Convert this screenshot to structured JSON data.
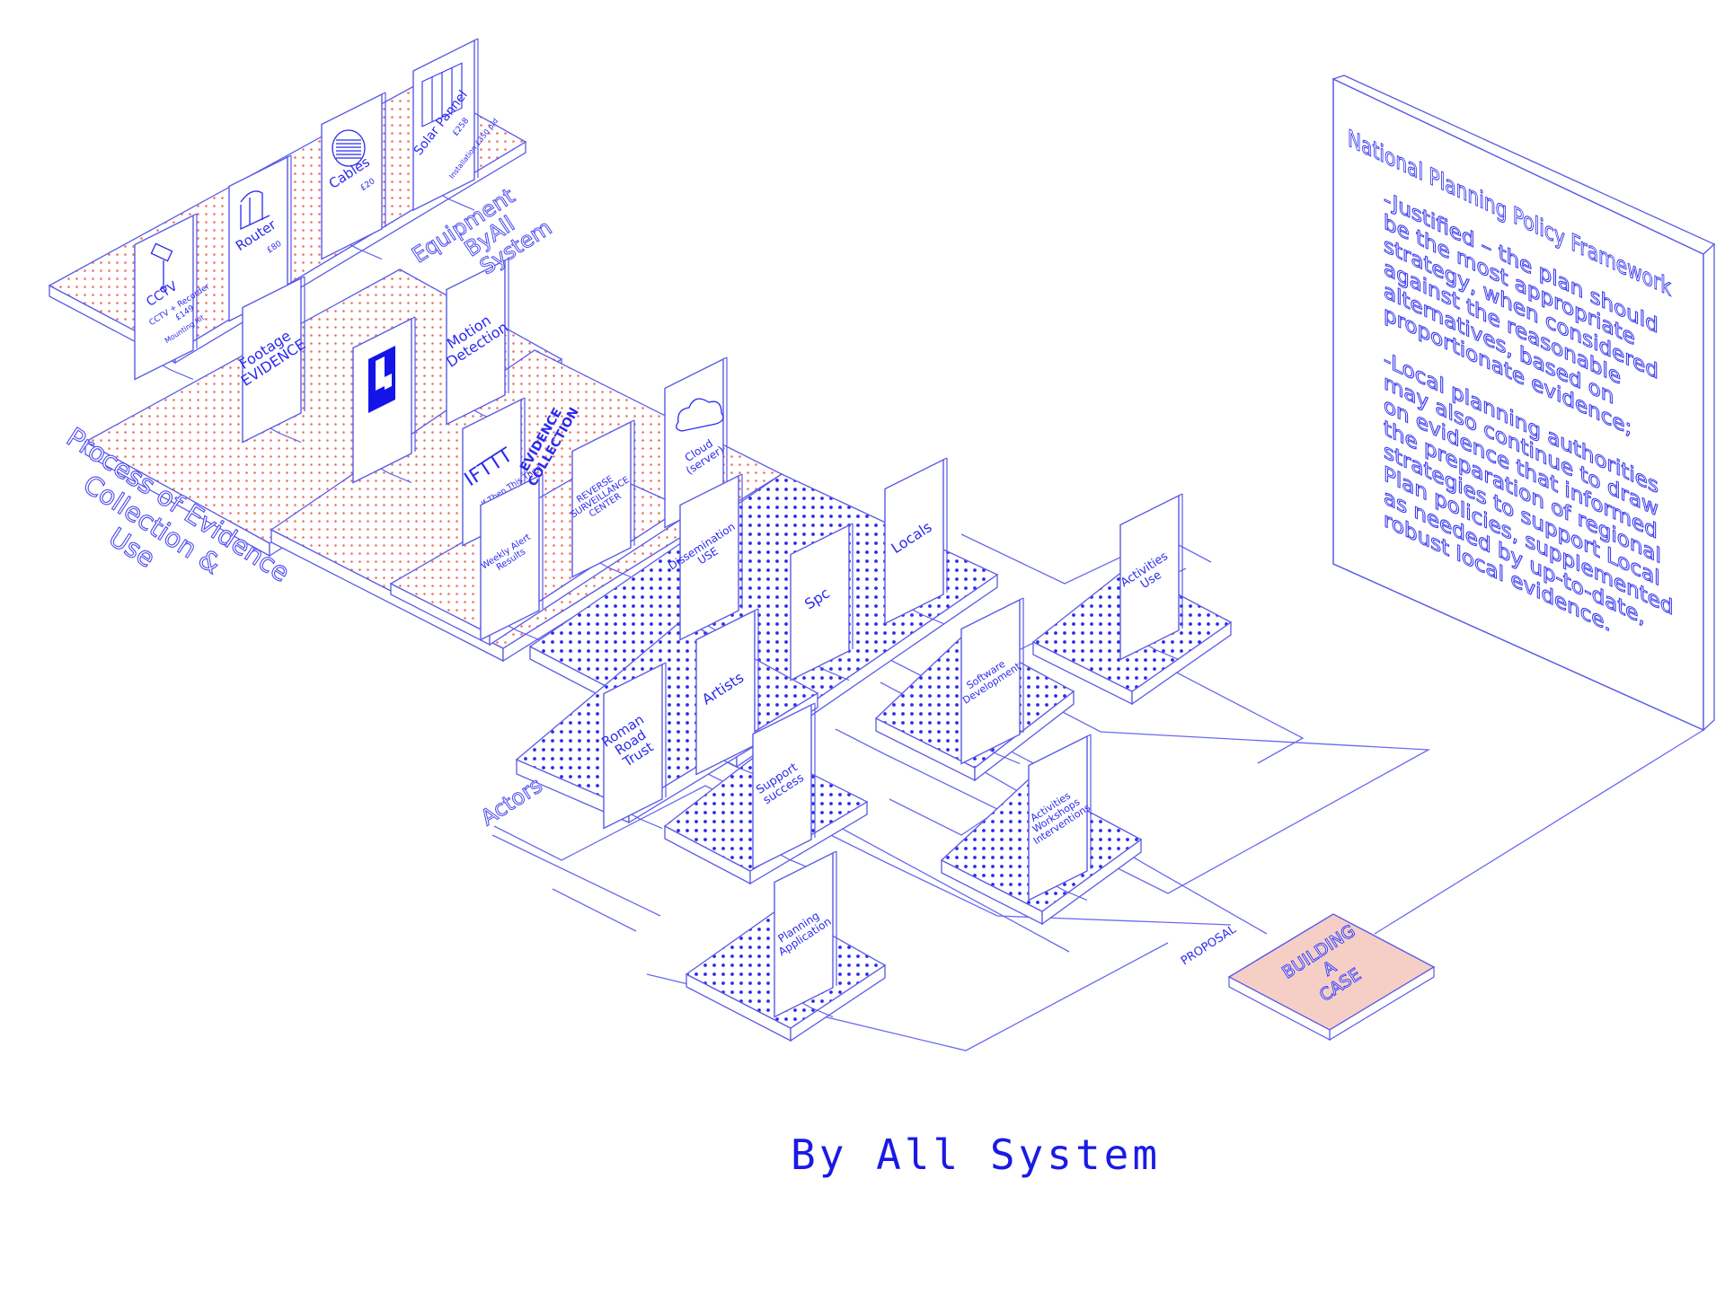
{
  "title": "By All System",
  "colors": {
    "line": "#5a5ae6",
    "ink": "#2a2af0",
    "solid": "#1414e8",
    "salmon": "#f5cfc6",
    "salmonDot": "#e8725e",
    "blueDot": "#2a2af0"
  },
  "section_labels": {
    "equipment": [
      "Equipment",
      "ByAll",
      "System"
    ],
    "process": [
      "Process of Evidence",
      "Collection &",
      "Use"
    ],
    "evidence_collection": [
      "EVIDENCE",
      "COLLECTION"
    ],
    "actors": "Actors",
    "proposal": "PROPOSAL"
  },
  "equipment_cards": [
    {
      "id": "cctv",
      "lines": [
        "CCTV"
      ],
      "sub": [
        "CCTV + Recorder",
        "£149"
      ],
      "foot": "Mounting Kit",
      "icon": "cctv-icon"
    },
    {
      "id": "router",
      "lines": [
        "Router"
      ],
      "sub": [
        "£80"
      ],
      "icon": "router-icon"
    },
    {
      "id": "cables",
      "lines": [
        "Cables"
      ],
      "sub": [
        "£20"
      ],
      "icon": "cable-spool-icon"
    },
    {
      "id": "solar",
      "lines": [
        "Solar Pannel"
      ],
      "sub": [
        "£258"
      ],
      "foot": "Installation £350 p/d",
      "icon": "solar-panel-icon"
    }
  ],
  "process_cards": [
    {
      "id": "footage",
      "lines": [
        "Footage",
        "EVIDENCE"
      ]
    },
    {
      "id": "blocks",
      "lines": [],
      "icon": "block-diagram-icon"
    },
    {
      "id": "motion",
      "lines": [
        "Motion",
        "Detection"
      ]
    },
    {
      "id": "ifttt",
      "lines": [
        "IFTTT"
      ],
      "sub": [
        "If Then This Then"
      ]
    },
    {
      "id": "reverse",
      "lines": [
        "REVERSE",
        "SURVEILLANCE",
        "CENTER"
      ]
    },
    {
      "id": "cloud",
      "lines": [
        "Cloud",
        "(server)"
      ],
      "icon": "cloud-icon"
    },
    {
      "id": "weekly",
      "lines": [
        "Weekly Alert",
        "Results"
      ]
    }
  ],
  "actor_cards": [
    {
      "id": "dissemination",
      "lines": [
        "Dissemination",
        "USE"
      ]
    },
    {
      "id": "spc",
      "lines": [
        "Spc"
      ]
    },
    {
      "id": "locals",
      "lines": [
        "Locals"
      ]
    },
    {
      "id": "artists",
      "lines": [
        "Artists"
      ]
    },
    {
      "id": "roman",
      "lines": [
        "Roman",
        "Road",
        "Trust"
      ]
    },
    {
      "id": "support",
      "lines": [
        "Support",
        "success"
      ]
    },
    {
      "id": "software",
      "lines": [
        "Software",
        "Development"
      ]
    },
    {
      "id": "activities_use",
      "lines": [
        "Activities",
        "Use"
      ]
    },
    {
      "id": "workshops",
      "lines": [
        "Activities",
        "Workshops",
        "Interventions"
      ]
    },
    {
      "id": "planning",
      "lines": [
        "Planning",
        "Application"
      ]
    }
  ],
  "building_case": [
    "BUILDING",
    "A",
    "CASE"
  ],
  "policy": {
    "heading": "National Planning Policy Framework",
    "lines": [
      "-Justified – the plan should",
      "be the most appropriate",
      "strategy, when considered",
      "against the reasonable",
      "alternatives, based on",
      "proportionate evidence;",
      "",
      "-Local planning authorities",
      "may also continue to draw",
      "on evidence that informed",
      "the preparation of regional",
      "strategies to support Local",
      "Plan policies, supplemented",
      "as needed by up-to-date,",
      "robust local evidence."
    ]
  }
}
